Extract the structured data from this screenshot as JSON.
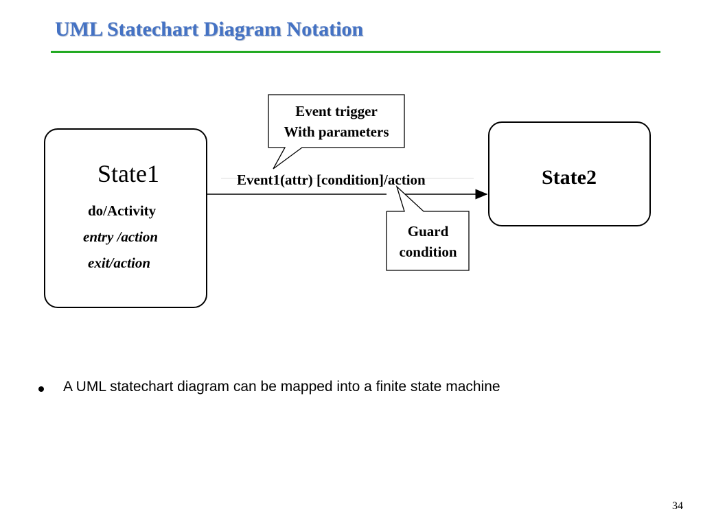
{
  "slide": {
    "title": "UML Statechart Diagram Notation",
    "page_number": "34"
  },
  "diagram": {
    "state1": {
      "name": "State1",
      "do_activity": "do/Activity",
      "entry_action": "entry /action",
      "exit_action": "exit/action"
    },
    "state2": {
      "name": "State2"
    },
    "transition": {
      "label": "Event1(attr) [condition]/action"
    },
    "callouts": {
      "event_trigger_line1": "Event trigger",
      "event_trigger_line2": "With parameters",
      "guard_line1": "Guard",
      "guard_line2": "condition"
    }
  },
  "bullets": [
    "A UML statechart diagram can be mapped into a finite state machine"
  ]
}
